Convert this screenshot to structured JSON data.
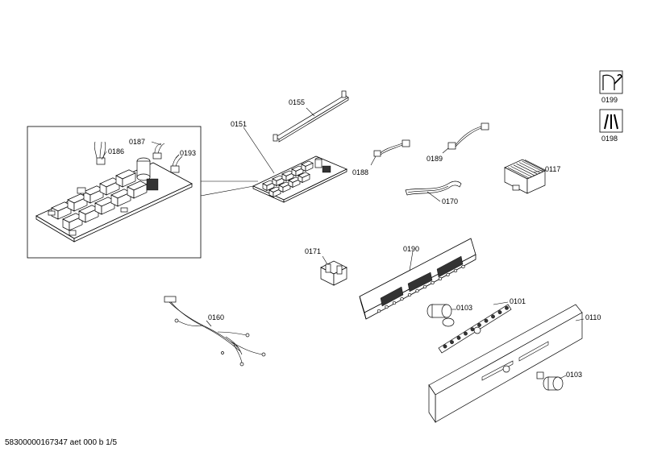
{
  "footer": {
    "doc_id": "58300000167347 aet 000 b 1/5"
  },
  "parts": {
    "p0155": "0155",
    "p0151": "0151",
    "p0187": "0187",
    "p0186": "0186",
    "p0193": "0193",
    "p0188": "0188",
    "p0189": "0189",
    "p0170": "0170",
    "p0117": "0117",
    "p0171": "0171",
    "p0190": "0190",
    "p0160": "0160",
    "p0103a": "0103",
    "p0101": "0101",
    "p0110": "0110",
    "p0103b": "0103",
    "p0199": "0199",
    "p0198": "0198"
  },
  "icons": {
    "tool_box_1": "wrench-manual-icon",
    "tool_box_2": "tools-icon"
  }
}
